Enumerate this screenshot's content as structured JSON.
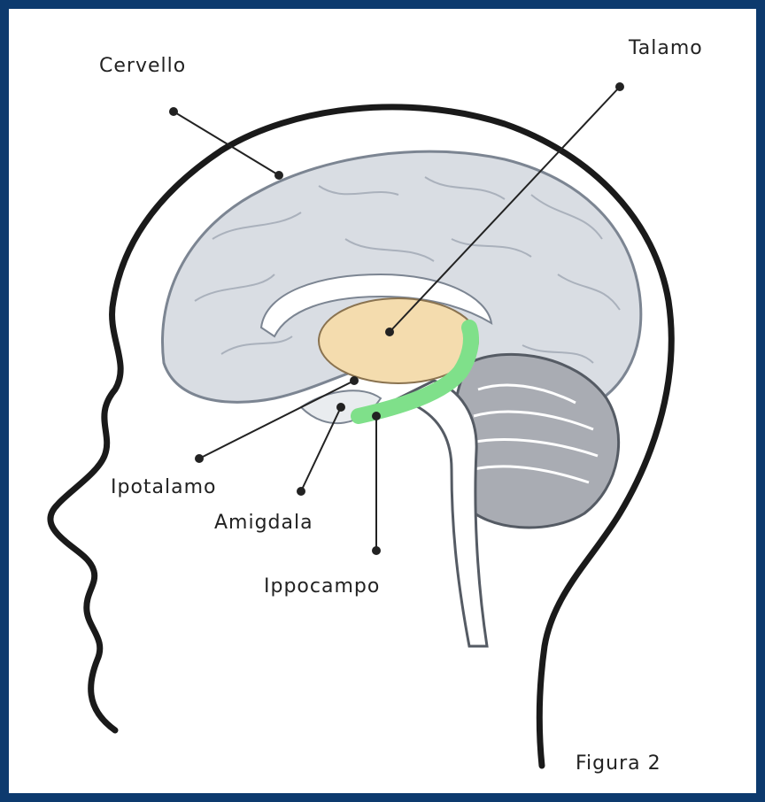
{
  "colors": {
    "border": "#0d3a6e",
    "brain": "#d9dde3",
    "brain_line": "#7c8592",
    "thalamus": "#f4dcae",
    "hippocampus": "#7fe08a",
    "cerebellum": "#a9acb3",
    "outline": "#1a1a1a"
  },
  "labels": {
    "cervello": "Cervello",
    "talamo": "Talamo",
    "ipotalamo": "Ipotalamo",
    "amigdala": "Amigdala",
    "ippocampo": "Ippocampo",
    "figure": "Figura 2"
  }
}
